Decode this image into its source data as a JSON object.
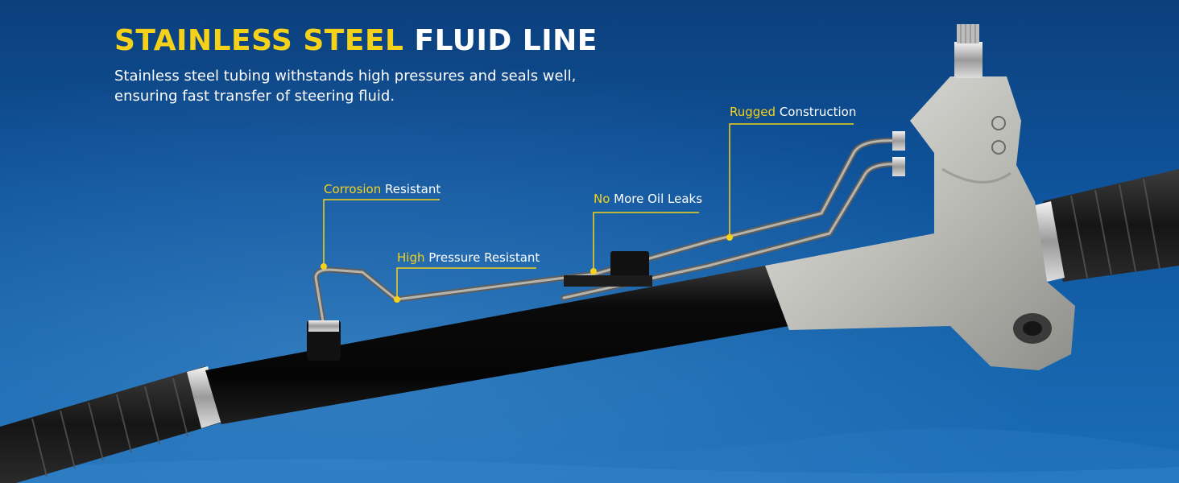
{
  "headline": {
    "highlight": "STAINLESS STEEL",
    "rest": " FLUID LINE"
  },
  "subheadline": "Stainless steel tubing withstands high pressures and seals well, ensuring fast transfer of steering fluid.",
  "callouts": {
    "corrosion": {
      "highlight": "Corrosion",
      "rest": " Resistant"
    },
    "pressure": {
      "highlight": "High",
      "rest": " Pressure Resistant"
    },
    "leaks": {
      "highlight": "No",
      "rest": " More Oil Leaks"
    },
    "rugged": {
      "highlight": "Rugged",
      "rest": " Construction"
    }
  },
  "colors": {
    "accent_yellow": "#f5d219",
    "background_blue": "#0f549c",
    "text_white": "#ffffff"
  }
}
